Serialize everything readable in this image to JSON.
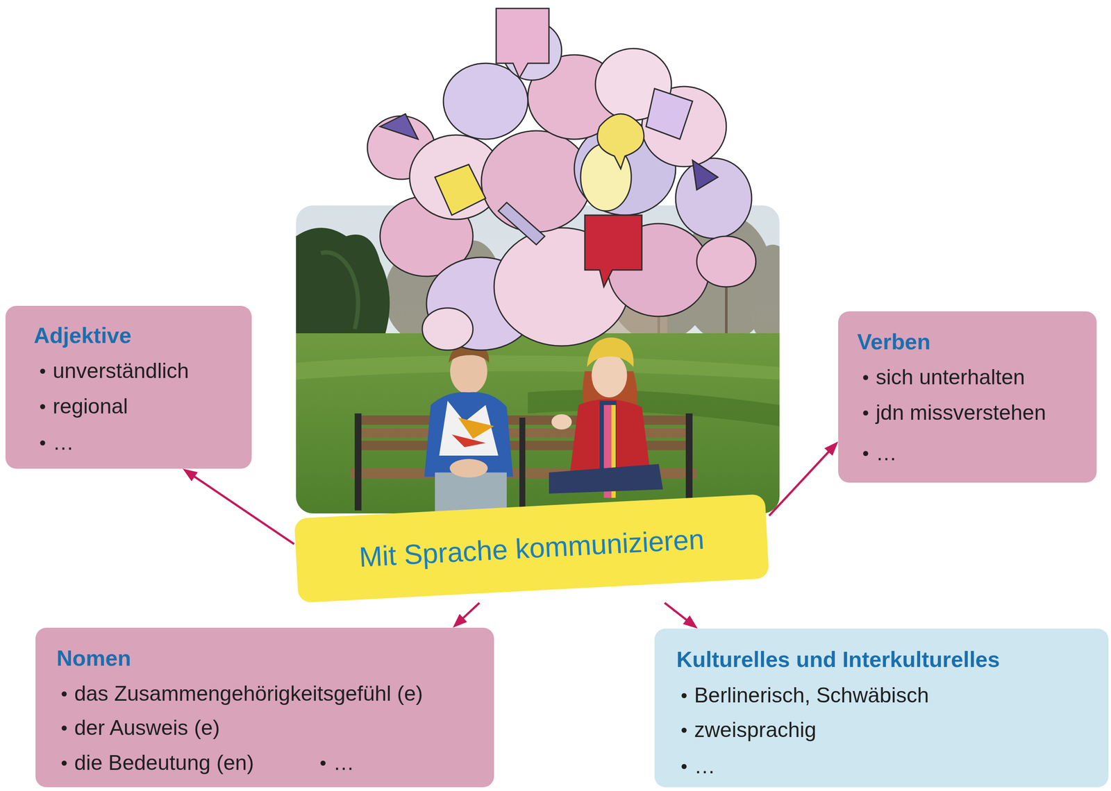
{
  "diagram": {
    "nodes": [
      {
        "text": [
          "Adjektive",
          "unverständlich",
          "regional",
          "…"
        ]
      },
      {
        "text": [
          "Verben",
          "sich unterhalten",
          "jdn missverstehen",
          "…"
        ]
      },
      {
        "text": [
          "Mit Sprache kommunizieren"
        ]
      },
      {
        "text": [
          "Nomen",
          "das Zusammengehörigkeitsgefühl (e)",
          "der Ausweis (e)",
          "die Bedeutung (en)",
          "…"
        ]
      },
      {
        "text": [
          "Kulturelles und Interkulturelles",
          "Berlinerisch, Schwäbisch",
          "zweisprachig",
          "…"
        ]
      }
    ],
    "edges": [
      {
        "from": 2,
        "to": 0,
        "arrow": "to"
      },
      {
        "from": 2,
        "to": 1,
        "arrow": "to"
      },
      {
        "from": 2,
        "to": 3,
        "arrow": "to"
      },
      {
        "from": 2,
        "to": 4,
        "arrow": "to"
      }
    ]
  }
}
